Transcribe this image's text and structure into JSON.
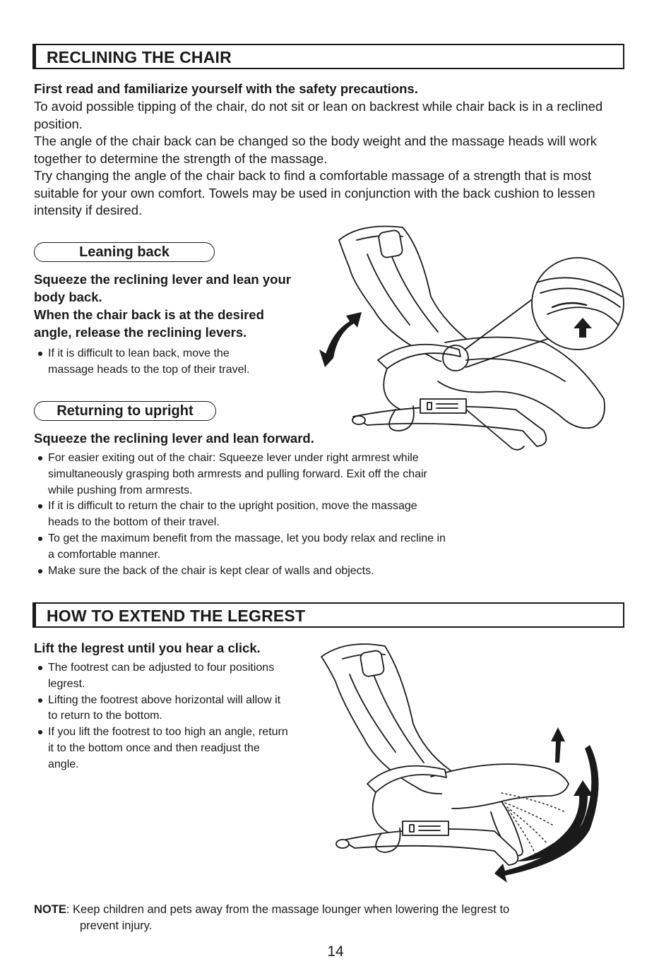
{
  "sections": {
    "reclining": {
      "title": "RECLINING THE CHAIR",
      "intro_bold": "First read and familiarize yourself with the safety precautions.",
      "intro": [
        "To avoid possible tipping of the chair, do not sit or lean on backrest while chair back is in a reclined position.",
        "The angle of the chair back can be changed so the body weight and the massage heads will work together to determine the strength of the massage.",
        "Try changing the angle of the chair back to find a comfortable massage of a strength that is most suitable for your own comfort. Towels may be used in conjunction with the back cushion to lessen intensity if desired."
      ],
      "leaning": {
        "heading": "Leaning back",
        "bold_1": "Squeeze the reclining lever and lean your body back.",
        "bold_2": "When the chair back is at the desired angle, release the reclining levers.",
        "bullets": [
          "If it is difficult to lean back, move the massage heads to the top of their travel."
        ]
      },
      "upright": {
        "heading": "Returning to upright",
        "bold": "Squeeze the reclining lever and lean forward.",
        "bullets": [
          "For easier exiting out of the chair: Squeeze lever under right armrest while simultaneously grasping both armrests and pulling forward. Exit off the chair while pushing from armrests.",
          "If it is difficult to return the chair to the upright position, move the massage heads to the bottom of their travel.",
          "To get the maximum benefit from the massage, let you body relax and recline in a comfortable manner.",
          "Make sure the back of the chair is kept clear of walls and objects."
        ]
      }
    },
    "legrest": {
      "title": "HOW TO EXTEND THE LEGREST",
      "bold": "Lift the legrest until you hear a click.",
      "bullets": [
        "The footrest can be adjusted to four positions legrest.",
        "Lifting the footrest above horizontal will allow it to return to the bottom.",
        "If you lift the footrest to too high an angle, return it to the bottom once and then readjust the angle."
      ]
    }
  },
  "note": {
    "label": "NOTE",
    "text": ": Keep children and pets away from the massage lounger when lowering the legrest to",
    "text_cont": "prevent injury."
  },
  "page_number": "14",
  "icons": [
    "curved-double-arrow-icon",
    "up-arrow-icon",
    "magnifier-callout-icon"
  ]
}
